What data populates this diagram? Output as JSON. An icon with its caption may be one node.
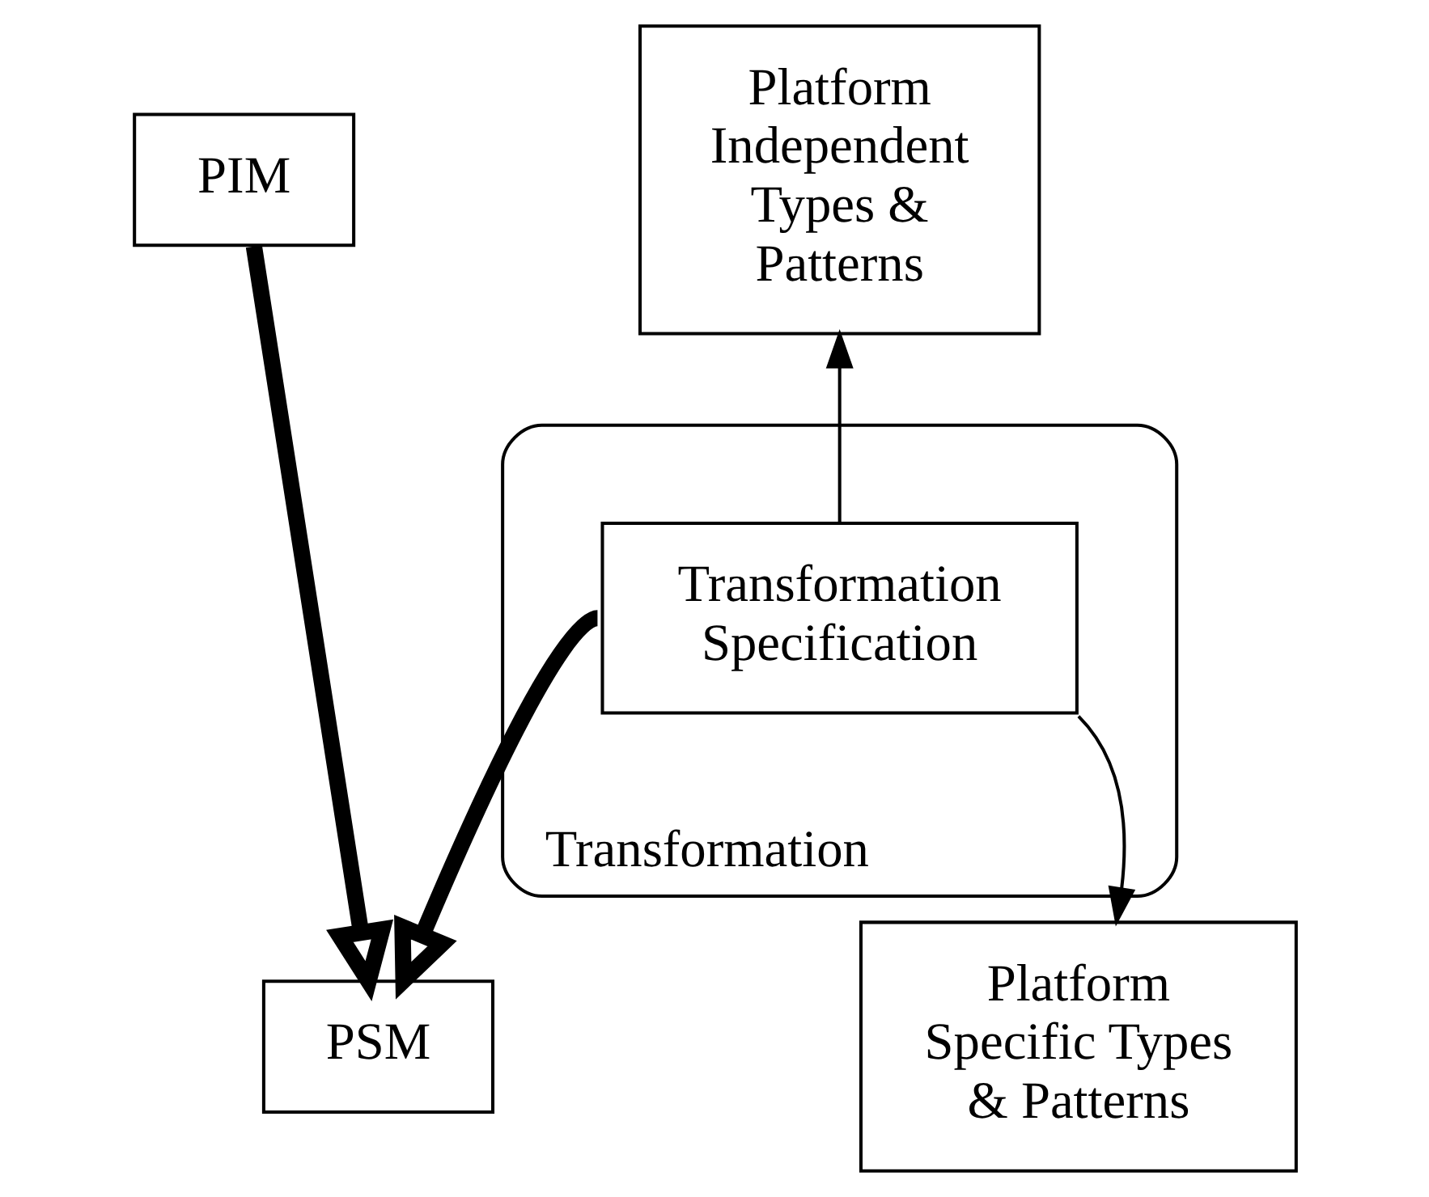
{
  "diagram": {
    "nodes": [
      {
        "text": [
          "PIM"
        ]
      },
      {
        "text": [
          "Platform Independent Types & Patterns"
        ]
      },
      {
        "text": [
          "Transformation"
        ]
      },
      {
        "text": [
          "Transformation Specification"
        ],
        "in": 2
      },
      {
        "text": [
          "PSM"
        ]
      },
      {
        "text": [
          "Platform Specific Types & Patterns"
        ]
      }
    ],
    "edges": [
      {
        "from": 0,
        "to": 4,
        "arrow": "to",
        "style": "thick"
      },
      {
        "from": 3,
        "to": 4,
        "arrow": "to",
        "style": "thick"
      },
      {
        "from": 3,
        "to": 1,
        "arrow": "to"
      },
      {
        "from": 3,
        "to": 5,
        "arrow": "to"
      }
    ]
  }
}
